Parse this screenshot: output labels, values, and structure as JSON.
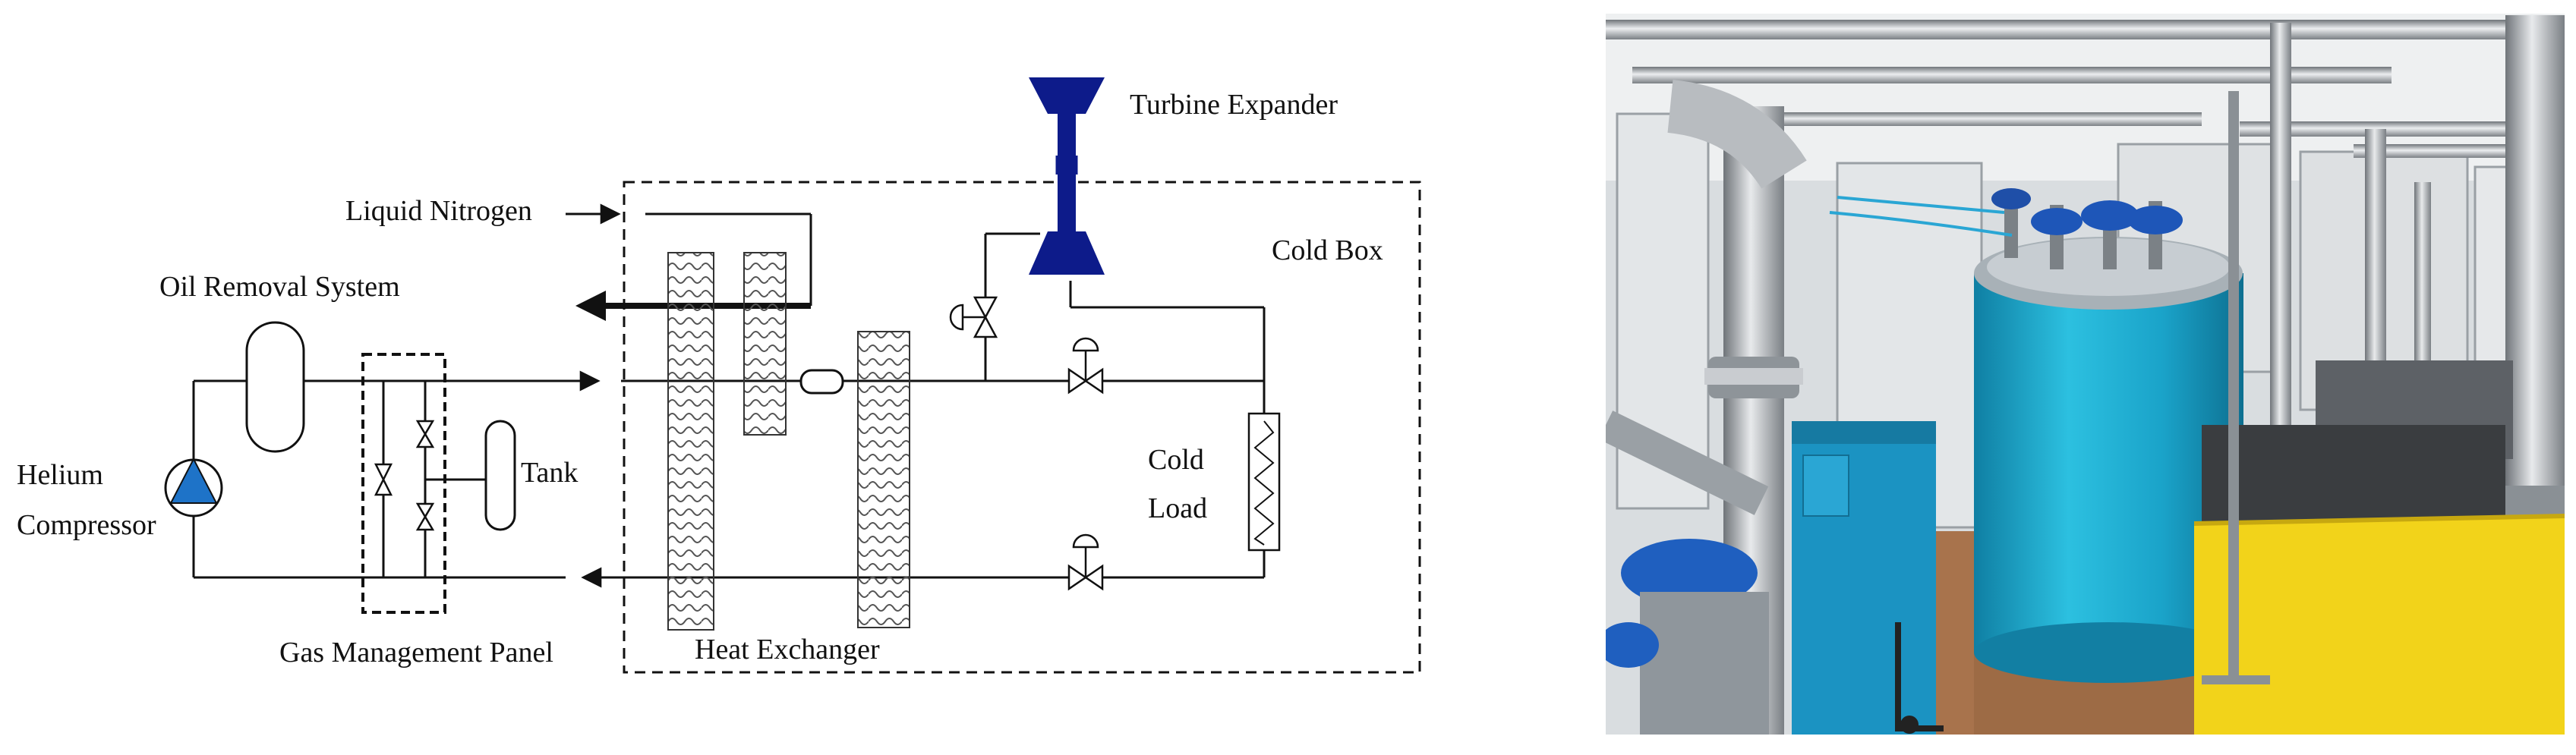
{
  "labels": {
    "turbine_expander": "Turbine Expander",
    "liquid_nitrogen": "Liquid Nitrogen",
    "cold_box": "Cold Box",
    "oil_removal_system": "Oil Removal System",
    "tank": "Tank",
    "helium": "Helium",
    "compressor": "Compressor",
    "cold": "Cold",
    "load": "Load",
    "gas_management_panel": "Gas Management Panel",
    "heat_exchanger": "Heat Exchanger"
  },
  "colors": {
    "line": "#111111",
    "turbine": "#0d1b8a",
    "pump": "#1e73c8",
    "vessel": "#1aa3c9",
    "cabinet": "#1b93c2",
    "platform": "#f2d31a"
  }
}
